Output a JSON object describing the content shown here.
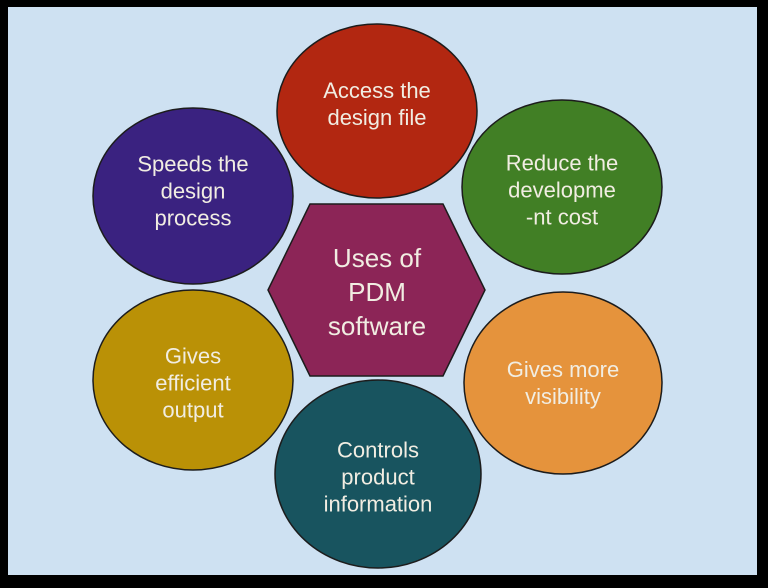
{
  "diagram": {
    "type": "hub-and-spoke",
    "background_color": "#cee1f2",
    "frame_color": "#000000",
    "text_color": "#f1ede2",
    "center": {
      "label": "Uses of\nPDM\nsoftware",
      "shape": "hexagon",
      "color": "#8c2557"
    },
    "nodes": [
      {
        "id": "access-design-file",
        "position": "top",
        "shape": "circle",
        "color": "#b22711",
        "label": "Access the\ndesign file"
      },
      {
        "id": "speeds-design-process",
        "position": "top-left",
        "shape": "circle",
        "color": "#3a2280",
        "label": "Speeds the\ndesign\nprocess"
      },
      {
        "id": "reduce-development-cost",
        "position": "top-right",
        "shape": "circle",
        "color": "#417f25",
        "label": "Reduce the\ndevelopme\n-nt cost"
      },
      {
        "id": "gives-efficient-output",
        "position": "bottom-left",
        "shape": "circle",
        "color": "#ba9106",
        "label": "Gives\nefficient\noutput"
      },
      {
        "id": "gives-more-visibility",
        "position": "bottom-right",
        "shape": "circle",
        "color": "#e5933c",
        "label": "Gives more\nvisibility"
      },
      {
        "id": "controls-product-information",
        "position": "bottom",
        "shape": "circle",
        "color": "#18545f",
        "label": "Controls\nproduct\ninformation"
      }
    ]
  }
}
